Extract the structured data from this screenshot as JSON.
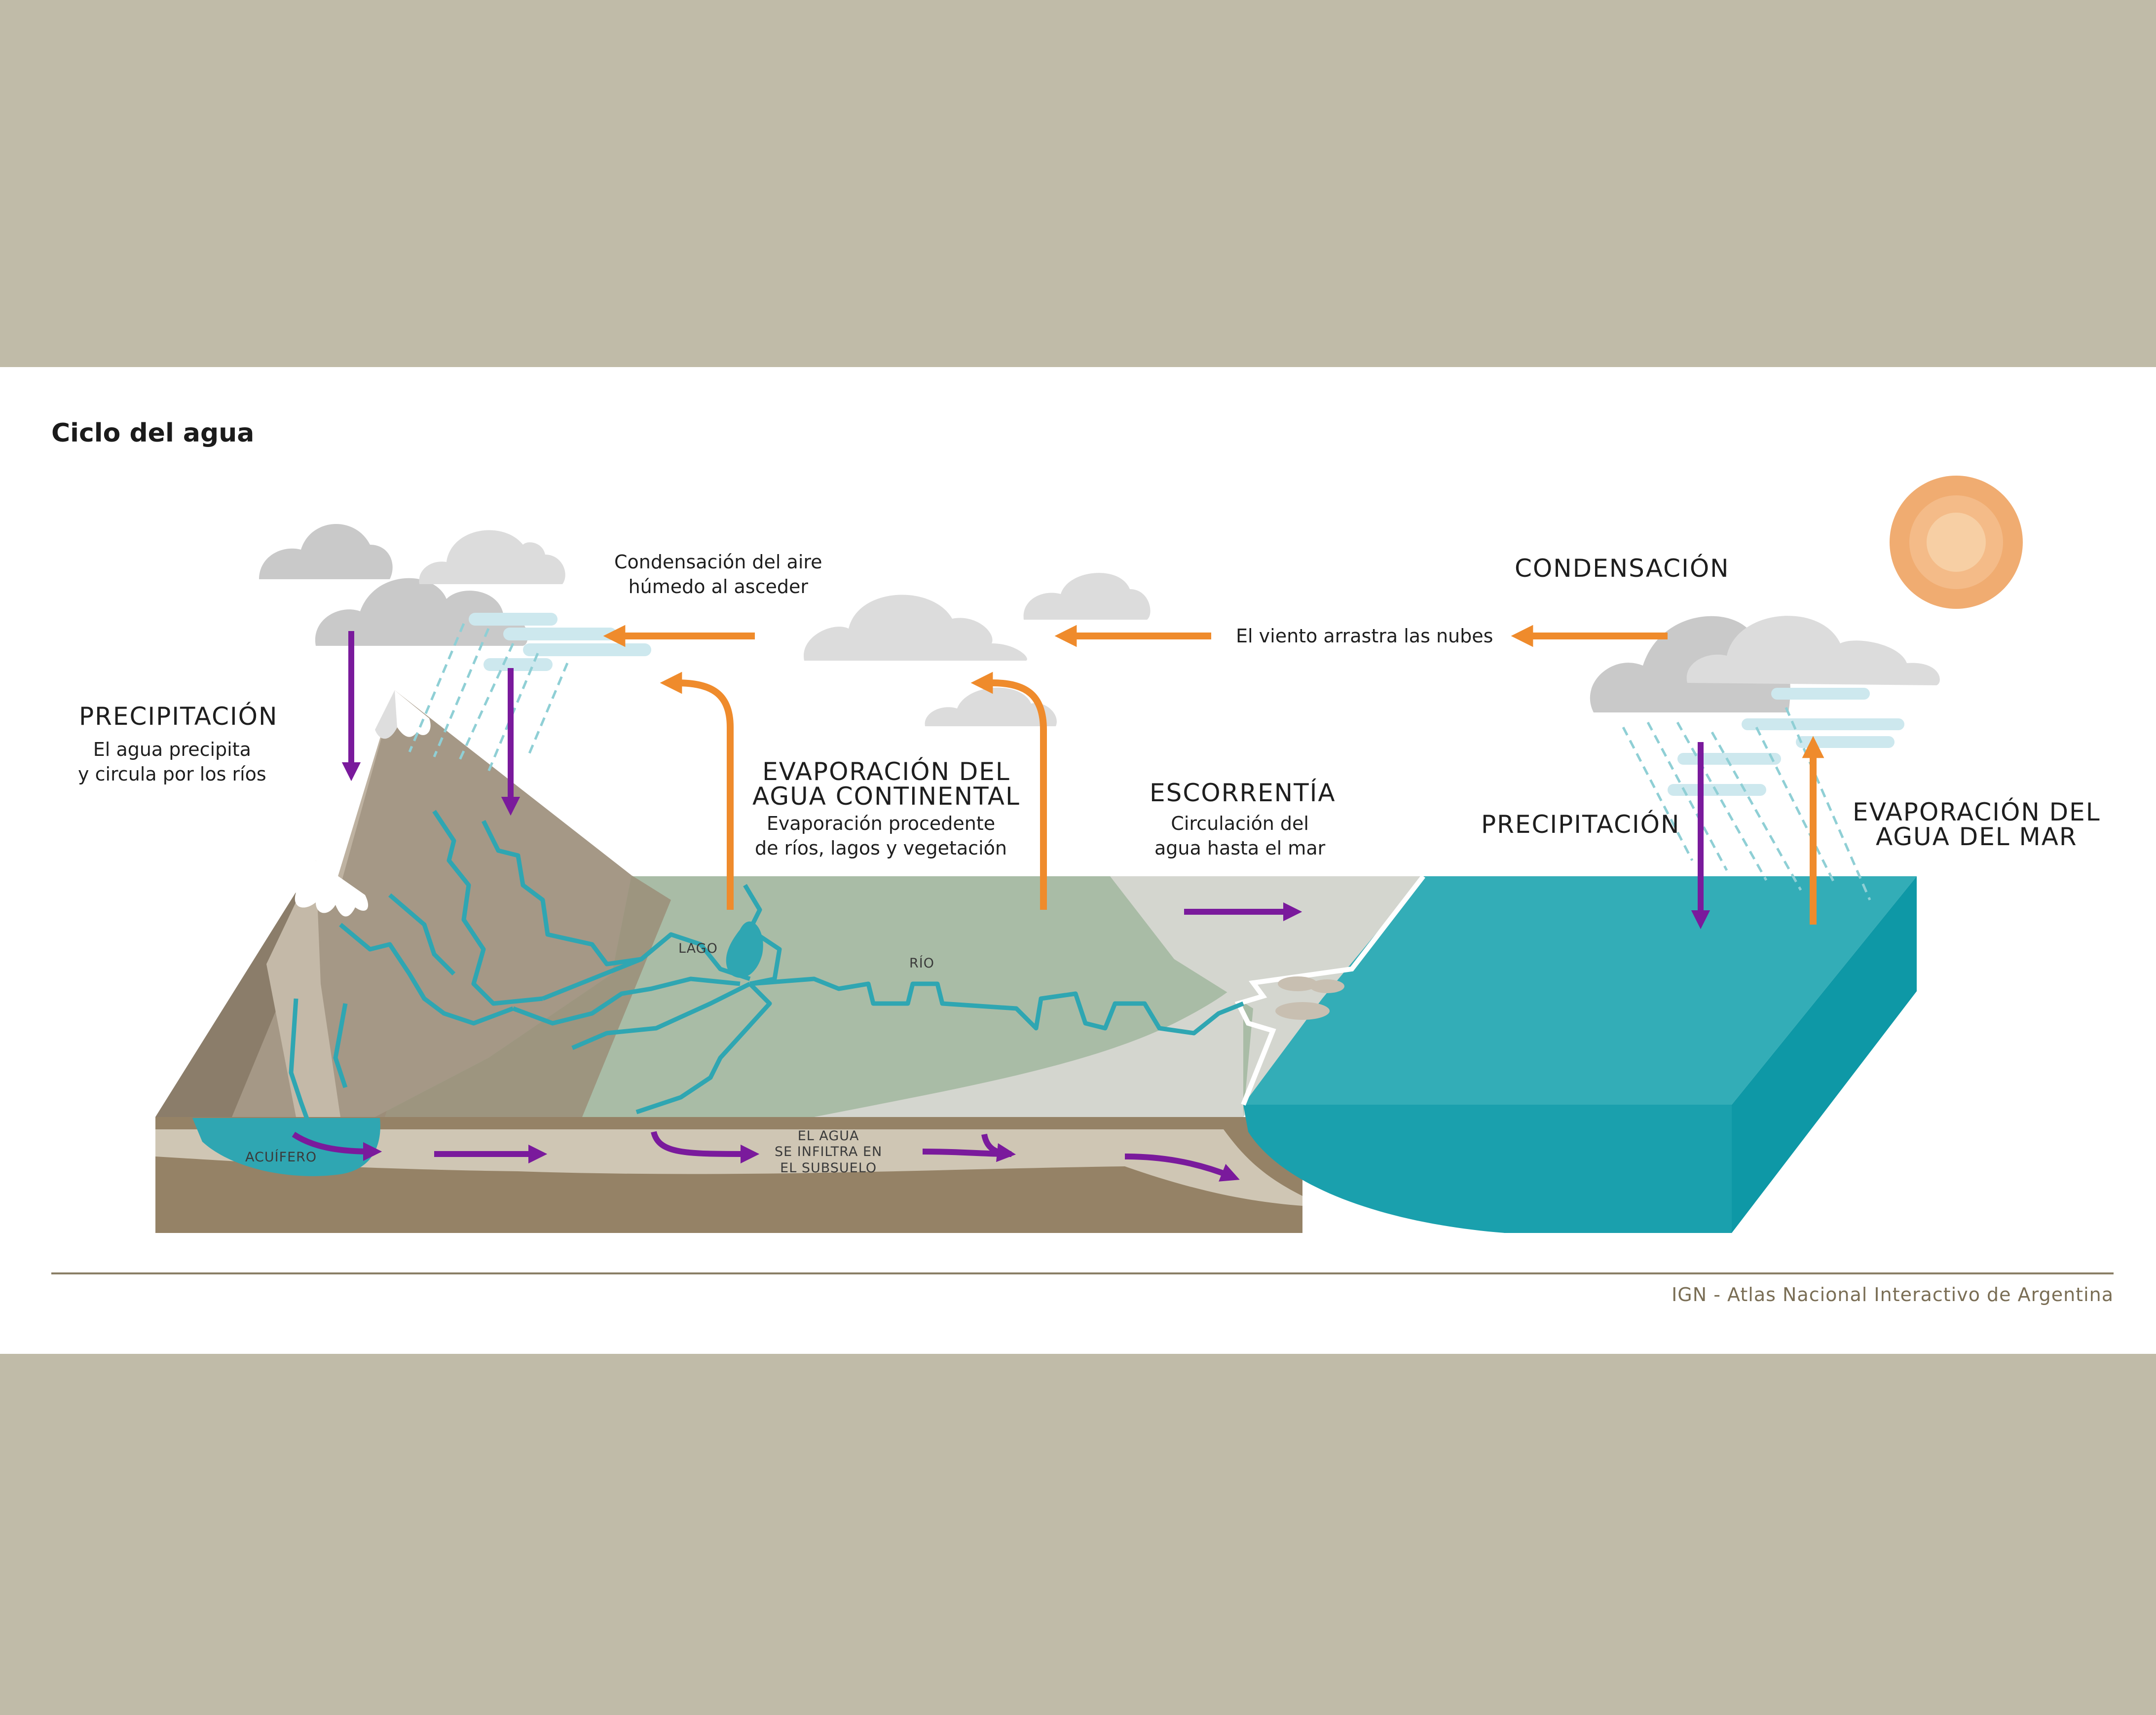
{
  "title": "Ciclo del agua",
  "credit": "IGN - Atlas Nacional Interactivo de Argentina",
  "colors": {
    "page_background": "#c0bba8",
    "card_background": "#ffffff",
    "evaporation_arrow": "#ef8b2c",
    "flow_arrow": "#7a1a9c",
    "sea": "#33adb7",
    "sea_side": "#0e98a6",
    "river": "#2fa6b2",
    "mountain": "#a59886",
    "plain": "#a9bca6",
    "soil": "#958266",
    "sun": "#f0ac71",
    "cloud_dark": "#c9c9c9",
    "cloud_light": "#dcdcdc",
    "mist": "#cde8ee"
  },
  "labels": {
    "precipitacion_left": {
      "heading": "PRECIPITACIÓN",
      "text": "El agua precipita\ny circula por los ríos"
    },
    "condensacion_aire": {
      "text": "Condensación del aire\nhúmedo al asceder"
    },
    "evaporacion_continental": {
      "heading": "EVAPORACIÓN DEL\nAGUA CONTINENTAL",
      "text": "Evaporación procedente\nde ríos, lagos y vegetación"
    },
    "escorrentia": {
      "heading": "ESCORRENTÍA",
      "text": "Circulación del\nagua hasta el mar"
    },
    "viento": {
      "text": "El viento arrastra las nubes"
    },
    "condensacion": {
      "heading": "CONDENSACIÓN"
    },
    "precipitacion_right": {
      "heading": "PRECIPITACIÓN"
    },
    "evaporacion_mar": {
      "heading": "EVAPORACIÓN DEL\nAGUA DEL MAR"
    },
    "lago": "LAGO",
    "rio": "RÍO",
    "acuifero": "ACUÍFERO",
    "infiltra": "EL AGUA\nSE INFILTRA EN\nEL SUBSUELO"
  },
  "icons": [
    "sun-icon",
    "cloud-icon",
    "rain-icon",
    "arrow-icon",
    "mountain-icon",
    "river-icon",
    "lake-icon",
    "sea-icon",
    "aquifer-icon"
  ]
}
